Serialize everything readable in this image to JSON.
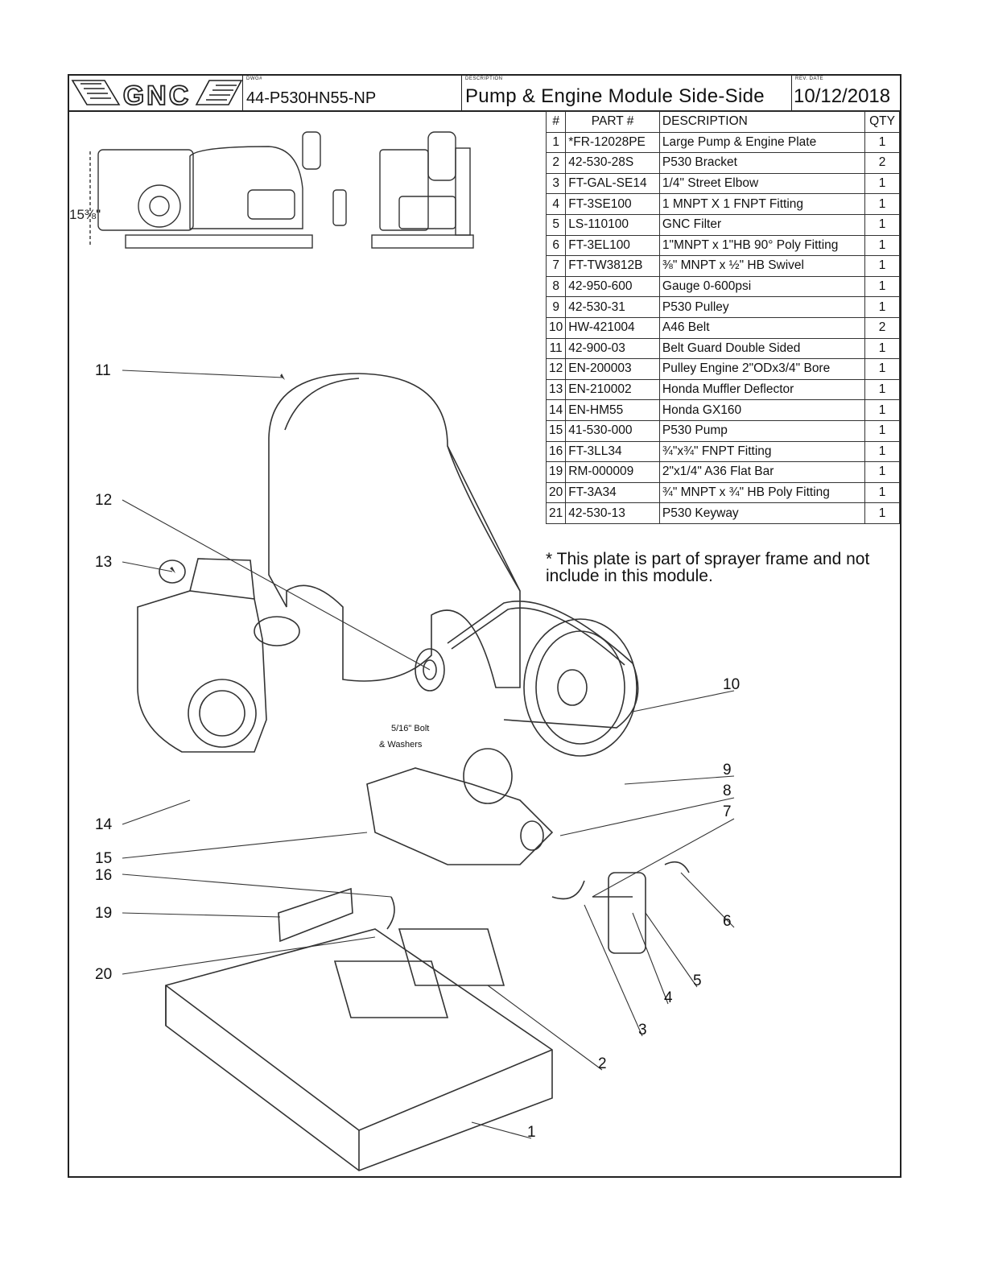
{
  "header": {
    "logo_text": "GNC",
    "dwg_label": "DWG#",
    "dwg_number": "44-P530HN55-NP",
    "desc_label": "DESCRIPTION",
    "description": "Pump & Engine Module Side-Side",
    "rev_label": "REV. DATE",
    "rev_date": "10/12/2018"
  },
  "table": {
    "headers": [
      "#",
      "PART #",
      "DESCRIPTION",
      "QTY"
    ],
    "rows": [
      {
        "num": "1",
        "part": "*FR-12028PE",
        "desc": "Large Pump & Engine Plate",
        "qty": "1"
      },
      {
        "num": "2",
        "part": "42-530-28S",
        "desc": "P530 Bracket",
        "qty": "2"
      },
      {
        "num": "3",
        "part": "FT-GAL-SE14",
        "desc": "1/4\" Street Elbow",
        "qty": "1"
      },
      {
        "num": "4",
        "part": "FT-3SE100",
        "desc": "1 MNPT X 1 FNPT Fitting",
        "qty": "1"
      },
      {
        "num": "5",
        "part": "LS-110100",
        "desc": "GNC Filter",
        "qty": "1"
      },
      {
        "num": "6",
        "part": "FT-3EL100",
        "desc": "1\"MNPT x 1\"HB 90° Poly Fitting",
        "qty": "1"
      },
      {
        "num": "7",
        "part": "FT-TW3812B",
        "desc": "⅜\" MNPT x ½\" HB Swivel",
        "qty": "1"
      },
      {
        "num": "8",
        "part": "42-950-600",
        "desc": "Gauge 0-600psi",
        "qty": "1"
      },
      {
        "num": "9",
        "part": "42-530-31",
        "desc": "P530 Pulley",
        "qty": "1"
      },
      {
        "num": "10",
        "part": "HW-421004",
        "desc": "A46 Belt",
        "qty": "2"
      },
      {
        "num": "11",
        "part": "42-900-03",
        "desc": "Belt Guard Double Sided",
        "qty": "1"
      },
      {
        "num": "12",
        "part": "EN-200003",
        "desc": "Pulley Engine 2\"ODx3/4\" Bore",
        "qty": "1"
      },
      {
        "num": "13",
        "part": "EN-210002",
        "desc": "Honda Muffler Deflector",
        "qty": "1"
      },
      {
        "num": "14",
        "part": "EN-HM55",
        "desc": "Honda GX160",
        "qty": "1"
      },
      {
        "num": "15",
        "part": "41-530-000",
        "desc": "P530 Pump",
        "qty": "1"
      },
      {
        "num": "16",
        "part": "FT-3LL34",
        "desc": "¾\"x¾\" FNPT Fitting",
        "qty": "1"
      },
      {
        "num": "19",
        "part": "RM-000009",
        "desc": "2\"x1/4\" A36 Flat Bar",
        "qty": "1"
      },
      {
        "num": "20",
        "part": "FT-3A34",
        "desc": "¾\" MNPT x ¾\" HB Poly Fitting",
        "qty": "1"
      },
      {
        "num": "21",
        "part": "42-530-13",
        "desc": "P530 Keyway",
        "qty": "1"
      }
    ]
  },
  "note": "* This plate is part of sprayer frame and not include in this module.",
  "dimension": "15⅜\"",
  "callouts": {
    "c1": "1",
    "c2": "2",
    "c3": "3",
    "c4": "4",
    "c5": "5",
    "c6": "6",
    "c7": "7",
    "c8": "8",
    "c9": "9",
    "c10": "10",
    "c11": "11",
    "c12": "12",
    "c13": "13",
    "c14": "14",
    "c15": "15",
    "c16": "16",
    "c19": "19",
    "c20": "20"
  },
  "bolt_note": {
    "line1": "5/16\" Bolt",
    "line2": "& Washers"
  }
}
